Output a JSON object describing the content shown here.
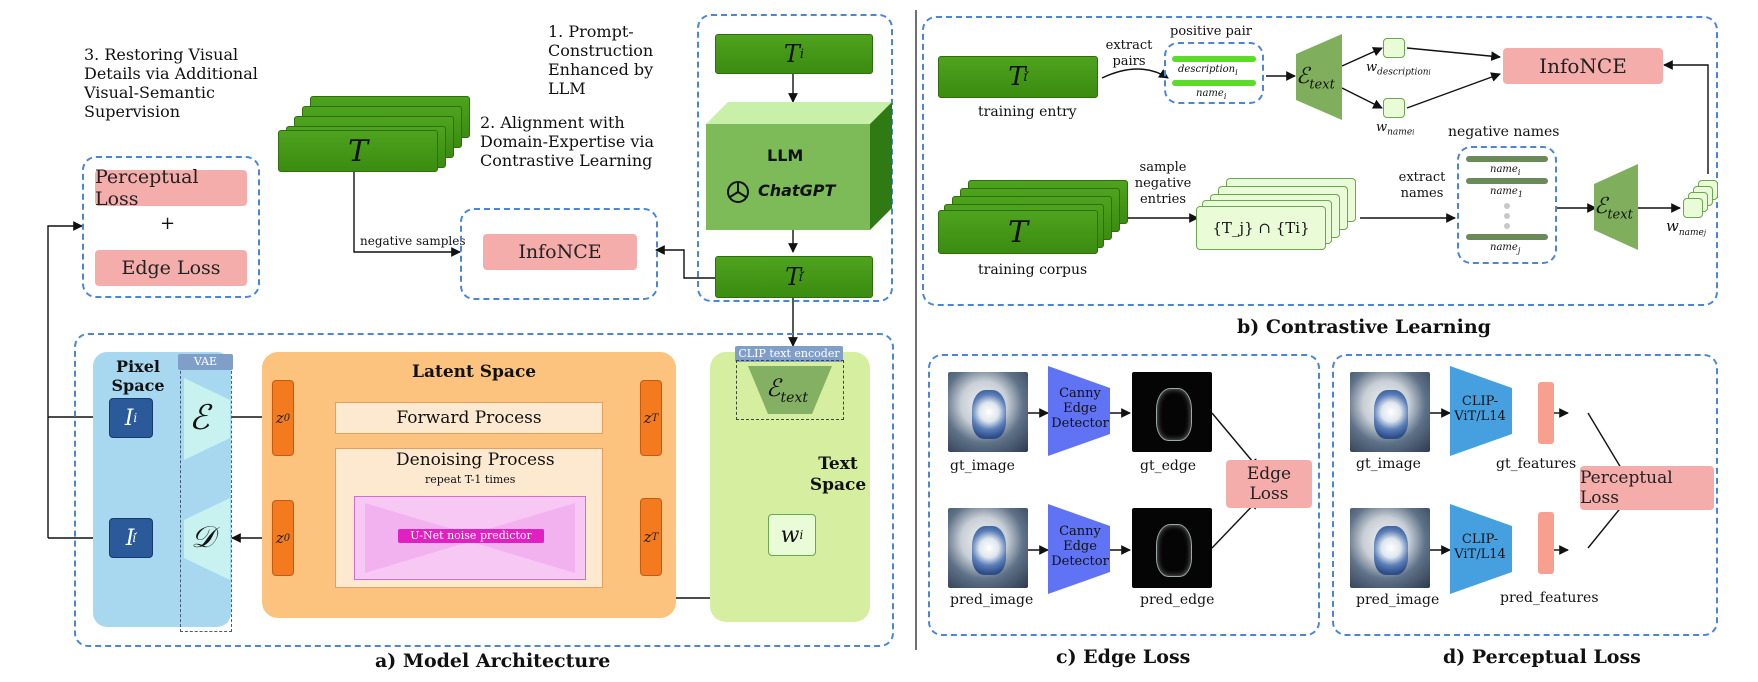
{
  "a": {
    "title": "a) Model Architecture",
    "step3": "3. Restoring Visual Details via Additional Visual-Semantic Supervision",
    "step2": "2. Alignment with Domain-Expertise via Contrastive Learning",
    "step1": "1. Prompt-Construction Enhanced by LLM",
    "perceptual_loss": "Perceptual Loss",
    "plus": "+",
    "edge_loss": "Edge Loss",
    "corpus_symbol": "T",
    "negative_samples": "negative samples",
    "infonce": "InfoNCE",
    "ti": "T",
    "ti_sub": "i",
    "llm": "LLM",
    "chatgpt": "ChatGPT",
    "ti_prime": "T",
    "ti_prime_sub": "i",
    "ti_prime_mark": "′",
    "pixel_space": "Pixel Space",
    "vae": "VAE",
    "enc": "ℰ",
    "dec": "𝒟",
    "ii": "I",
    "ii_sub": "i",
    "ii_prime": "I",
    "ii_prime_sub": "i",
    "latent_space": "Latent Space",
    "z0": "z",
    "z0_sub": "0",
    "zt": "z",
    "zt_sub": "T",
    "forward": "Forward Process",
    "denoising": "Denoising Process",
    "repeat": "repeat T-1 times",
    "unet": "U-Net noise predictor",
    "clip_text_encoder": "CLIP text encoder",
    "etext": "ℰ",
    "etext_sub": "text",
    "text_space": "Text Space",
    "wi": "w",
    "wi_sub": "i"
  },
  "b": {
    "title": "b) Contrastive Learning",
    "ti_prime": "T",
    "ti_prime_sub": "i",
    "training_entry": "training entry",
    "extract_pairs": "extract pairs",
    "positive_pair": "positive pair",
    "description_i": "description",
    "name_i": "name",
    "sub_i": "i",
    "etext": "ℰ",
    "etext_sub": "text",
    "w_desc": "w",
    "w_desc_sub": "description",
    "w_name": "w",
    "w_name_sub": "name",
    "infonce": "InfoNCE",
    "corpus": "T",
    "training_corpus": "training corpus",
    "sample_negative": "sample negative entries",
    "set_expr": "{T_j} ∩ {Ti}",
    "extract_names": "extract names",
    "negative_names": "negative names",
    "neg_name_i": "name",
    "neg_name_1": "name",
    "neg_name_j": "name",
    "sub_1": "1",
    "sub_j": "j",
    "w_namej": "w",
    "w_namej_sub": "name"
  },
  "c": {
    "title": "c) Edge Loss",
    "canny": "Canny Edge Detector",
    "gt_image": "gt_image",
    "gt_edge": "gt_edge",
    "pred_image": "pred_image",
    "pred_edge": "pred_edge",
    "edge_loss": "Edge Loss"
  },
  "d": {
    "title": "d) Perceptual Loss",
    "clip_vit": "CLIP-ViT/L14",
    "gt_image": "gt_image",
    "gt_features": "gt_features",
    "pred_image": "pred_image",
    "pred_features": "pred_features",
    "perceptual_loss": "Perceptual Loss"
  }
}
